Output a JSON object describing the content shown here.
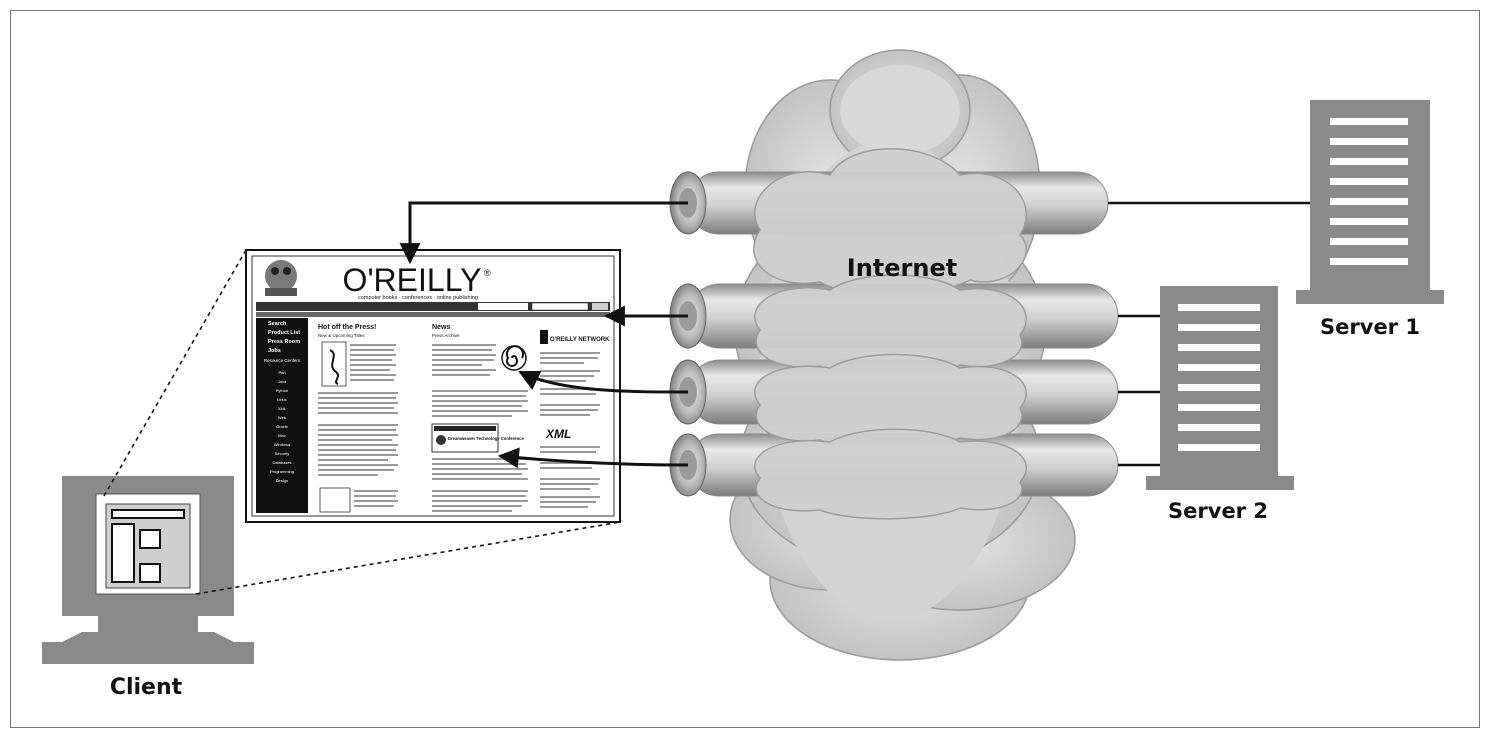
{
  "labels": {
    "internet": "Internet",
    "server1": "Server 1",
    "server2": "Server 2",
    "client": "Client"
  },
  "webpage": {
    "logo": "O'REILLY",
    "logo_mark": "®",
    "tagline": "computer books · conferences · online publishing",
    "nav_left": [
      "Search",
      "Product List",
      "Press Room",
      "Jobs"
    ],
    "sidebar_items": [
      "Resource Centers",
      "Perl",
      "Java",
      "Python",
      "Linux",
      "XML",
      "Web",
      "Oracle",
      "Mac",
      "Windows",
      "Security",
      "Databases",
      "Programming",
      "Design"
    ],
    "col1_heading": "Hot off the Press!",
    "col1_sub": "New & Upcoming Titles",
    "col2_heading": "News",
    "col2_sub": "Press Archive",
    "network_logo": "O'REILLY NETWORK",
    "conference_banner": "Dreamweaver Technology Conference",
    "xml_logo": "XML"
  },
  "colors": {
    "frame": "#777777",
    "pipe": "#bdbdbd",
    "cloud": "#d0d0d0",
    "device": "#8a8a8a",
    "arrow": "#111111"
  }
}
